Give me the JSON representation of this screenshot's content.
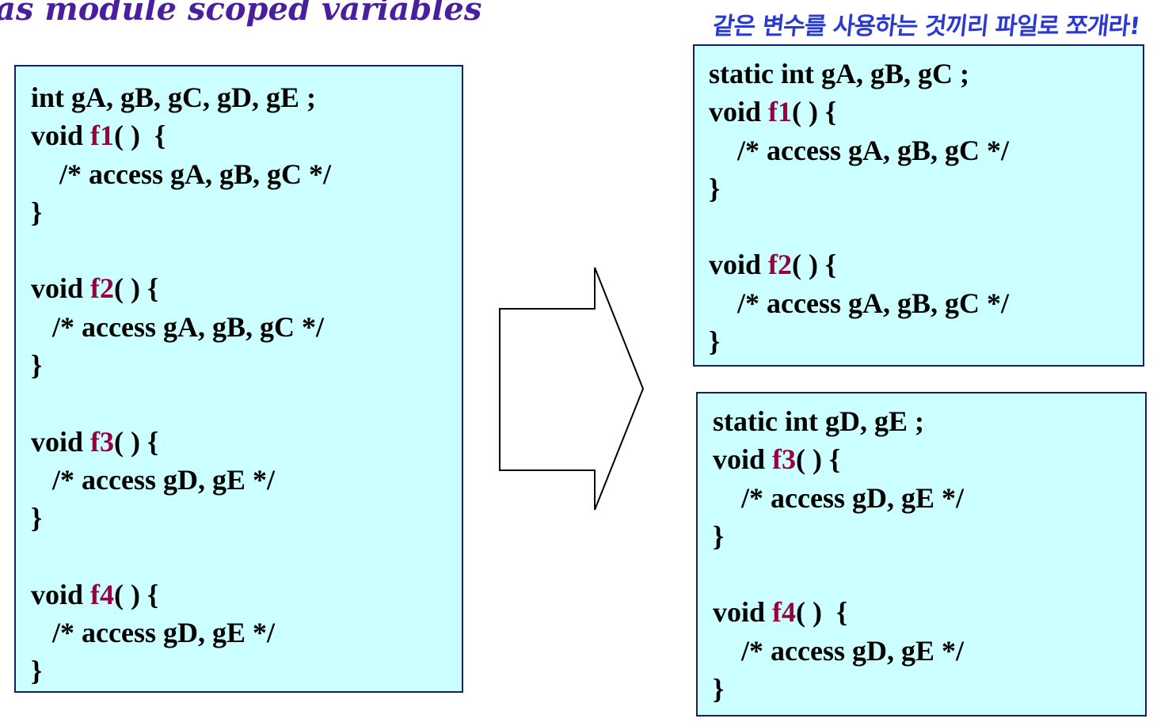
{
  "heading": "as module scoped variables",
  "note": "같은 변수를 사용하는 것끼리 파일로 쪼개라!",
  "colors": {
    "box_fill": "#ccffff",
    "box_border": "#1a1e5e",
    "function_name": "#99003d",
    "heading": "#4a1f9e",
    "note": "#2a3ad1"
  },
  "arrow_icon": "right-block-arrow",
  "original": {
    "lines": [
      {
        "pre": "int gA, gB, gC, gD, gE ;"
      },
      {
        "pre": "void ",
        "fn": "f1",
        "post": "( )  {"
      },
      {
        "pre": "    /* access gA, gB, gC */"
      },
      {
        "pre": "}"
      },
      {
        "pre": ""
      },
      {
        "pre": "void ",
        "fn": "f2",
        "post": "( ) {"
      },
      {
        "pre": "   /* access gA, gB, gC */"
      },
      {
        "pre": "}"
      },
      {
        "pre": ""
      },
      {
        "pre": "void ",
        "fn": "f3",
        "post": "( ) {"
      },
      {
        "pre": "   /* access gD, gE */"
      },
      {
        "pre": "}"
      },
      {
        "pre": ""
      },
      {
        "pre": "void ",
        "fn": "f4",
        "post": "( ) {"
      },
      {
        "pre": "   /* access gD, gE */"
      },
      {
        "pre": "}"
      }
    ]
  },
  "file1": {
    "lines": [
      {
        "pre": "static int gA, gB, gC ;"
      },
      {
        "pre": "void ",
        "fn": "f1",
        "post": "( ) {"
      },
      {
        "pre": "    /* access gA, gB, gC */"
      },
      {
        "pre": "}"
      },
      {
        "pre": ""
      },
      {
        "pre": "void ",
        "fn": "f2",
        "post": "( ) {"
      },
      {
        "pre": "    /* access gA, gB, gC */"
      },
      {
        "pre": "}"
      }
    ]
  },
  "file2": {
    "lines": [
      {
        "pre": "static int gD, gE ;"
      },
      {
        "pre": "void ",
        "fn": "f3",
        "post": "( ) {"
      },
      {
        "pre": "    /* access gD, gE */"
      },
      {
        "pre": "}"
      },
      {
        "pre": ""
      },
      {
        "pre": "void ",
        "fn": "f4",
        "post": "( )  {"
      },
      {
        "pre": "    /* access gD, gE */"
      },
      {
        "pre": "}"
      }
    ]
  }
}
